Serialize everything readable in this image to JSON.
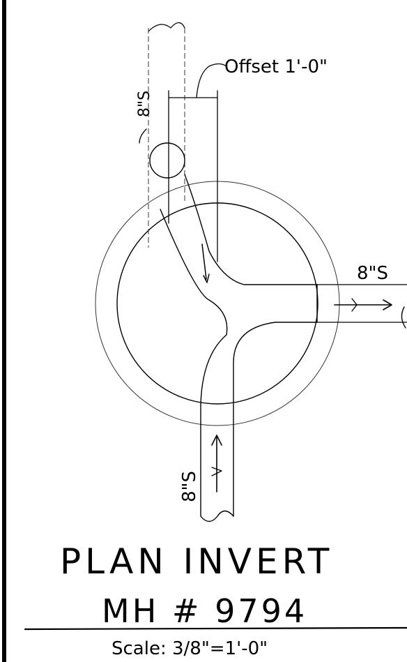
{
  "labels": {
    "offset": "Offset 1'-0\"",
    "pipe_top": "8\"S",
    "pipe_right": "8\"S",
    "pipe_bottom": "8\"S"
  },
  "title": {
    "line1": "PLAN INVERT",
    "line2": "MH # 9794",
    "scale": "Scale: 3/8\"=1'-0\""
  }
}
